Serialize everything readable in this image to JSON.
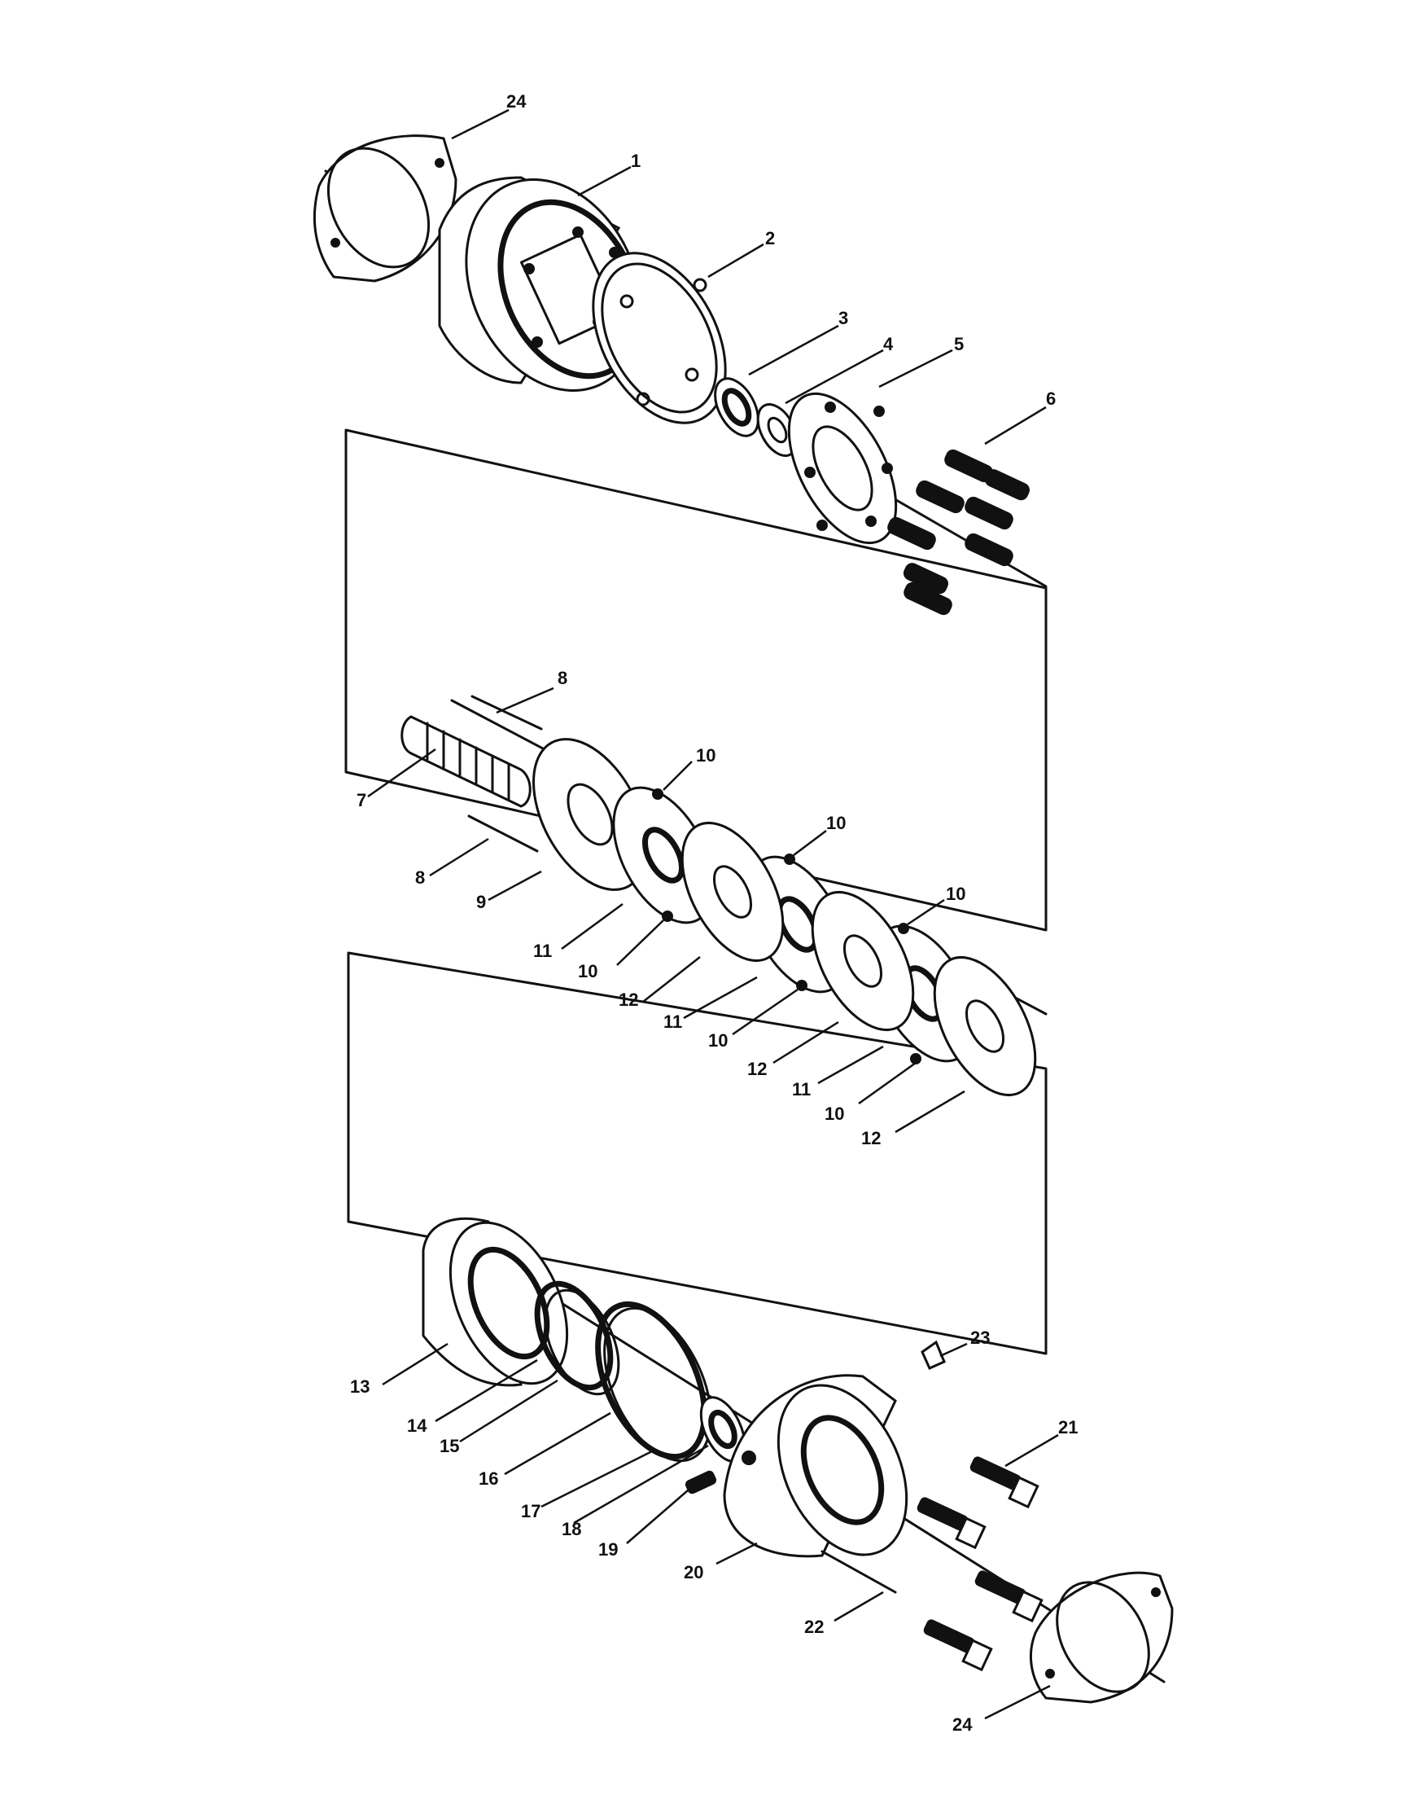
{
  "callouts": [
    {
      "id": "c24a",
      "text": "24"
    },
    {
      "id": "c1",
      "text": "1"
    },
    {
      "id": "c2",
      "text": "2"
    },
    {
      "id": "c3",
      "text": "3"
    },
    {
      "id": "c4",
      "text": "4"
    },
    {
      "id": "c5",
      "text": "5"
    },
    {
      "id": "c6",
      "text": "6"
    },
    {
      "id": "c8a",
      "text": "8"
    },
    {
      "id": "c7",
      "text": "7"
    },
    {
      "id": "c8b",
      "text": "8"
    },
    {
      "id": "c9",
      "text": "9"
    },
    {
      "id": "c10a",
      "text": "10"
    },
    {
      "id": "c10b",
      "text": "10"
    },
    {
      "id": "c10c",
      "text": "10"
    },
    {
      "id": "c11a",
      "text": "11"
    },
    {
      "id": "c10d",
      "text": "10"
    },
    {
      "id": "c12a",
      "text": "12"
    },
    {
      "id": "c11b",
      "text": "11"
    },
    {
      "id": "c10e",
      "text": "10"
    },
    {
      "id": "c12b",
      "text": "12"
    },
    {
      "id": "c11c",
      "text": "11"
    },
    {
      "id": "c10f",
      "text": "10"
    },
    {
      "id": "c12c",
      "text": "12"
    },
    {
      "id": "c23",
      "text": "23"
    },
    {
      "id": "c13",
      "text": "13"
    },
    {
      "id": "c21",
      "text": "21"
    },
    {
      "id": "c14",
      "text": "14"
    },
    {
      "id": "c15",
      "text": "15"
    },
    {
      "id": "c16",
      "text": "16"
    },
    {
      "id": "c17",
      "text": "17"
    },
    {
      "id": "c18",
      "text": "18"
    },
    {
      "id": "c19",
      "text": "19"
    },
    {
      "id": "c20",
      "text": "20"
    },
    {
      "id": "c22",
      "text": "22"
    },
    {
      "id": "c24b",
      "text": "24"
    }
  ]
}
